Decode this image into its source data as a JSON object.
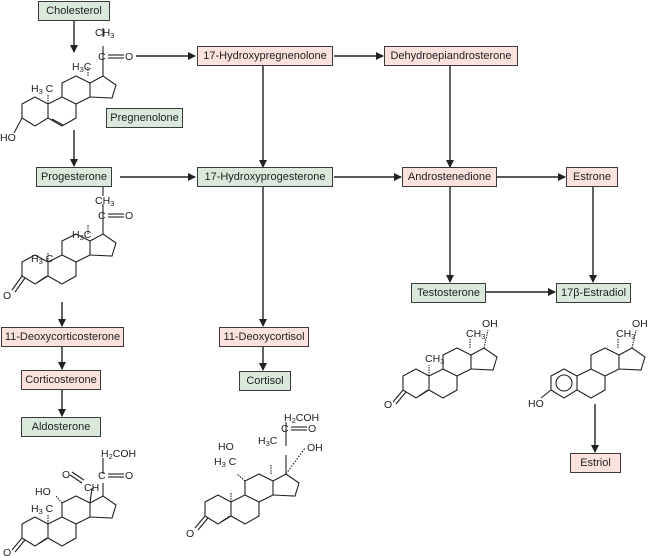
{
  "title": "Steroid hormone biosynthesis pathway",
  "colors": {
    "box_green": "#dbe9dc",
    "box_pink": "#fbe2dd",
    "line": "#222222"
  },
  "nodes": {
    "cholesterol": {
      "label": "Cholesterol",
      "color": "green"
    },
    "pregnenolone": {
      "label": "Pregnenolone",
      "color": "green"
    },
    "progesterone": {
      "label": "Progesterone",
      "color": "green"
    },
    "hydroxypregnenolone": {
      "label": "17-Hydroxypregnenolone",
      "color": "pink"
    },
    "dhea": {
      "label": "Dehydroepiandrosterone",
      "color": "pink"
    },
    "hydroxyprogesterone": {
      "label": "17-Hydroxyprogesterone",
      "color": "green"
    },
    "androstenedione": {
      "label": "Androstenedione",
      "color": "pink"
    },
    "estrone": {
      "label": "Estrone",
      "color": "pink"
    },
    "testosterone": {
      "label": "Testosterone",
      "color": "green"
    },
    "estradiol": {
      "label": "17β-Estradiol",
      "color": "green"
    },
    "deoxycorticosterone": {
      "label": "11-Deoxycorticosterone",
      "color": "pink"
    },
    "corticosterone": {
      "label": "Corticosterone",
      "color": "pink"
    },
    "aldosterone": {
      "label": "Aldosterone",
      "color": "green"
    },
    "deoxycortisol": {
      "label": "11-Deoxycortisol",
      "color": "pink"
    },
    "cortisol": {
      "label": "Cortisol",
      "color": "green"
    },
    "estriol": {
      "label": "Estriol",
      "color": "pink"
    }
  },
  "edges": [
    [
      "cholesterol",
      "pregnenolone"
    ],
    [
      "pregnenolone",
      "progesterone"
    ],
    [
      "pregnenolone",
      "hydroxypregnenolone"
    ],
    [
      "hydroxypregnenolone",
      "dhea"
    ],
    [
      "hydroxypregnenolone",
      "hydroxyprogesterone"
    ],
    [
      "progesterone",
      "hydroxyprogesterone"
    ],
    [
      "dhea",
      "androstenedione"
    ],
    [
      "hydroxyprogesterone",
      "androstenedione"
    ],
    [
      "androstenedione",
      "estrone"
    ],
    [
      "androstenedione",
      "testosterone"
    ],
    [
      "estrone",
      "estradiol"
    ],
    [
      "testosterone",
      "estradiol"
    ],
    [
      "progesterone",
      "deoxycorticosterone"
    ],
    [
      "deoxycorticosterone",
      "corticosterone"
    ],
    [
      "corticosterone",
      "aldosterone"
    ],
    [
      "hydroxyprogesterone",
      "deoxycortisol"
    ],
    [
      "deoxycortisol",
      "cortisol"
    ],
    [
      "estradiol",
      "estriol"
    ]
  ],
  "structure_labels": {
    "pregnenolone": {
      "methyl_top": "CH3",
      "carbonyl": "C=O",
      "h3c_17": "H3C",
      "h3c_10": "H3 C",
      "ho": "HO"
    },
    "progesterone": {
      "methyl_top": "CH3",
      "carbonyl": "C=O",
      "h3c_17": "H3C",
      "h3c_10": "H3 C",
      "keto": "O"
    },
    "aldosterone": {
      "top": "H2COH",
      "carbonyl": "C=O",
      "aldehyde": "O=CH",
      "ho": "HO",
      "h3c_10": "H3 C",
      "keto": "O"
    },
    "cortisol": {
      "top": "H2COH",
      "carbonyl": "C=O",
      "h3c_17": "H3C",
      "oh17": "OH",
      "ho": "HO",
      "h3c_10": "H3 C",
      "keto": "O"
    },
    "testosterone": {
      "oh": "OH",
      "ch3_13": "CH3",
      "ch3_10": "CH3",
      "keto": "O"
    },
    "estradiol": {
      "oh": "OH",
      "ch3_13": "CH3",
      "ho": "HO"
    }
  }
}
